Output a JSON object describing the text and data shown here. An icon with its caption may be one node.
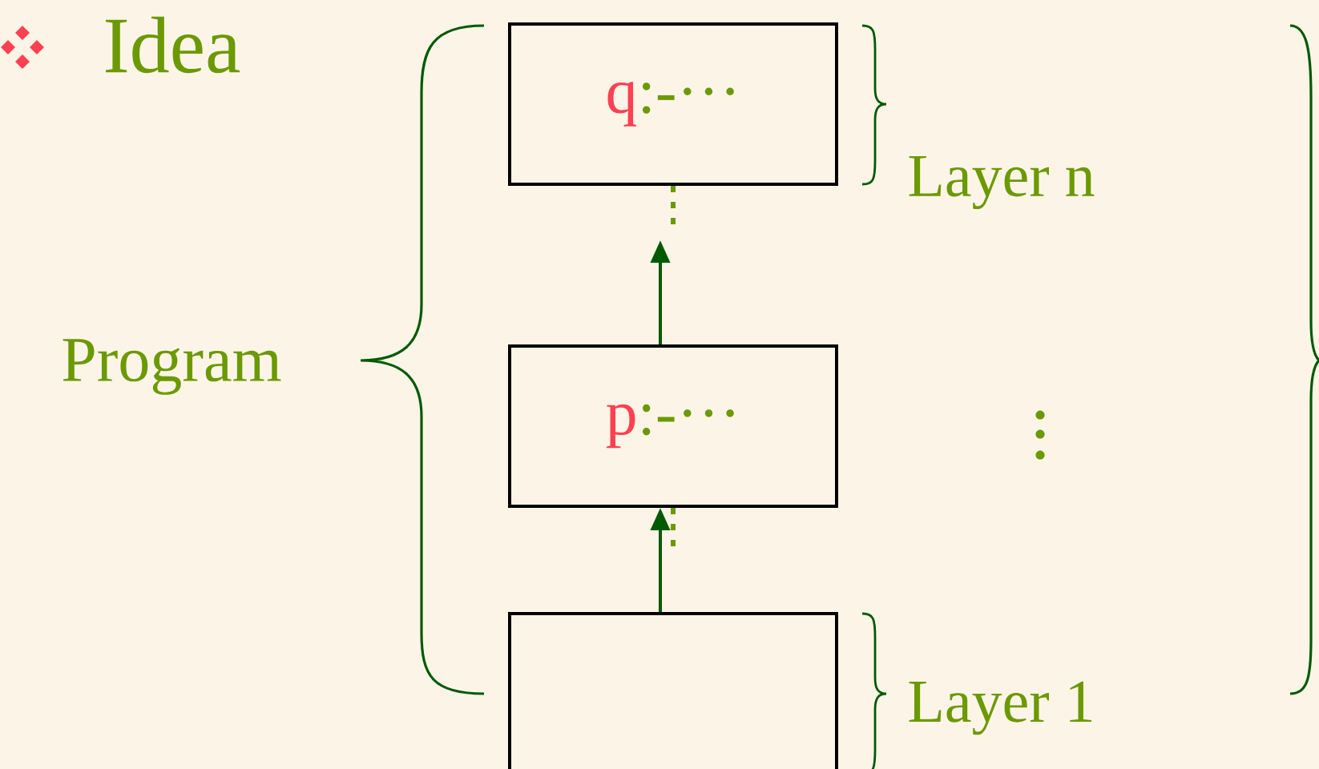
{
  "diagram": {
    "nodes": [
      {
        "text": [
          "q",
          ":-···"
        ]
      },
      {
        "text": [
          "p",
          ":-···"
        ]
      },
      {
        "text": [],
        "shape": "box"
      }
    ],
    "edges": [
      {
        "from": 2,
        "to": 1,
        "arrow": "to"
      },
      {
        "from": 1,
        "to": 0,
        "arrow": "to"
      }
    ],
    "labels": [
      "Idea",
      "Program",
      "Layer n",
      "Layer 1"
    ]
  }
}
